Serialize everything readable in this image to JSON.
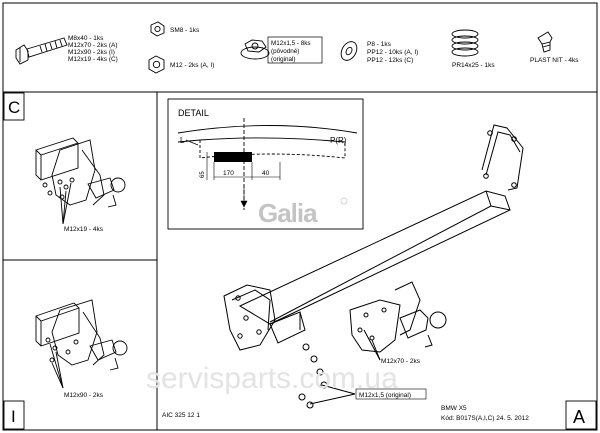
{
  "parts": {
    "bolt": [
      "M8x40 - 1ks",
      "M12x70 - 2ks (A)",
      "M12x90 - 2ks (I)",
      "M12x19 - 4ks (C)"
    ],
    "nut_sm8": "SM8 - 1ks",
    "nut_m12": "M12 - 2ks (A, I)",
    "flange_nut": [
      "M12x1,5 - 8ks",
      "(pôvodné)",
      "(original)"
    ],
    "washer": [
      "P8 - 1ks",
      "PP12 - 10ks (A, I)",
      "PP12 - 12ks (C)"
    ],
    "spring": "PR14x25 - 1ks",
    "plastic_nit": "PLAST NIT - 4ks"
  },
  "panels": {
    "c_letter": "C",
    "i_letter": "I",
    "a_letter": "A",
    "c_label": "M12x19 - 4ks",
    "i_label": "M12x90 - 2ks",
    "a_label_bolt": "M12x70 - 2ks",
    "a_label_nut": "M12x1,5 (original)"
  },
  "detail": {
    "title": "DETAIL",
    "left": "L",
    "right": "P(R)",
    "dim_170": "170",
    "dim_40": "40",
    "dim_65": "65"
  },
  "logo": "Galia",
  "watermark": "servisparts.com.ua",
  "footer": {
    "code": "AIC 325 12 1",
    "model": "BMW X5",
    "kod": "Kód: B017S(A,I,C)  24. 5. 2012"
  }
}
